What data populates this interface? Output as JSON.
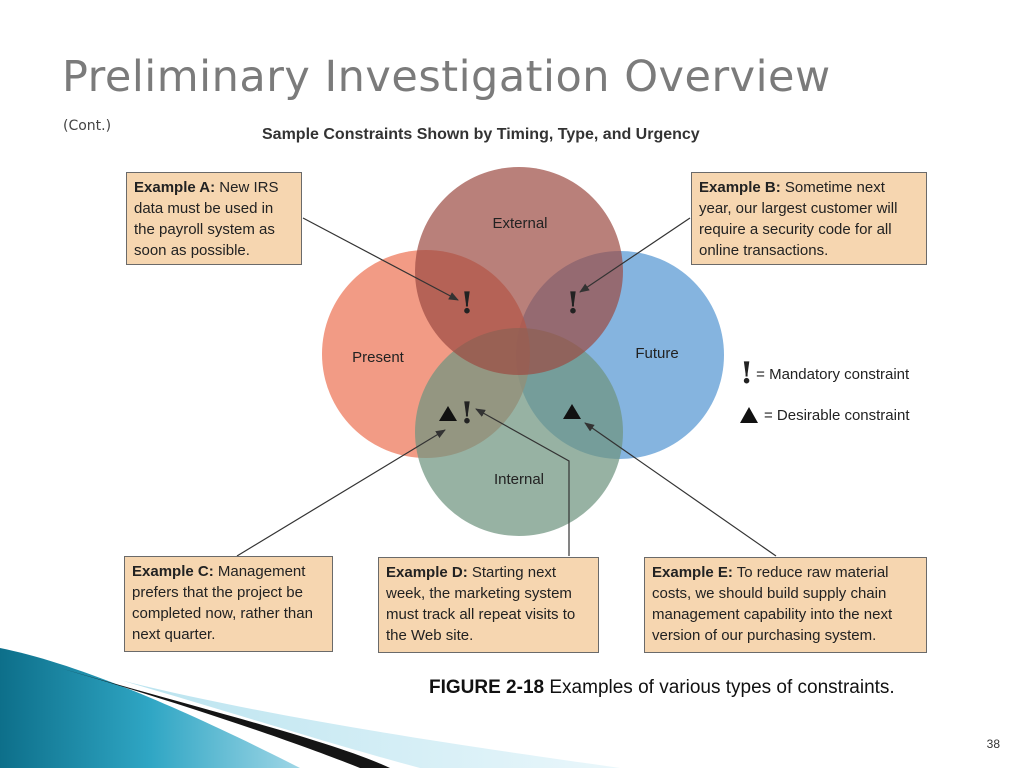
{
  "slide": {
    "title": "Preliminary Investigation Overview",
    "subtitle": "(Cont.)",
    "page_number": "38"
  },
  "diagram": {
    "title": "Sample Constraints Shown by Timing, Type, and Urgency",
    "circles": {
      "external": "External",
      "present": "Present",
      "future": "Future",
      "internal": "Internal"
    },
    "colors": {
      "external": "#a55249",
      "present": "#ee7f63",
      "future": "#6aa3d8",
      "internal": "#7b9b88",
      "box_fill": "#f6d6b0"
    },
    "examples": {
      "a": {
        "label": "Example A:",
        "text": " New IRS data must be used in the payroll system as soon as possible."
      },
      "b": {
        "label": "Example B:",
        "text": " Sometime next year, our largest customer will require a security code for all online transactions."
      },
      "c": {
        "label": "Example C:",
        "text": " Management prefers that the project be completed now, rather than next quarter."
      },
      "d": {
        "label": "Example D:",
        "text": " Starting next week, the marketing system must track all repeat visits to the Web site."
      },
      "e": {
        "label": "Example E:",
        "text": " To reduce raw material costs, we should build supply chain management capability into the next version of our purchasing system."
      }
    },
    "legend": {
      "mandatory": "= Mandatory constraint",
      "desirable": "= Desirable constraint"
    },
    "marks": {
      "mandatory_symbol": "!",
      "desirable_symbol": "▲"
    }
  },
  "caption": {
    "figure": "FIGURE 2-18",
    "text": " Examples of various types of constraints."
  }
}
